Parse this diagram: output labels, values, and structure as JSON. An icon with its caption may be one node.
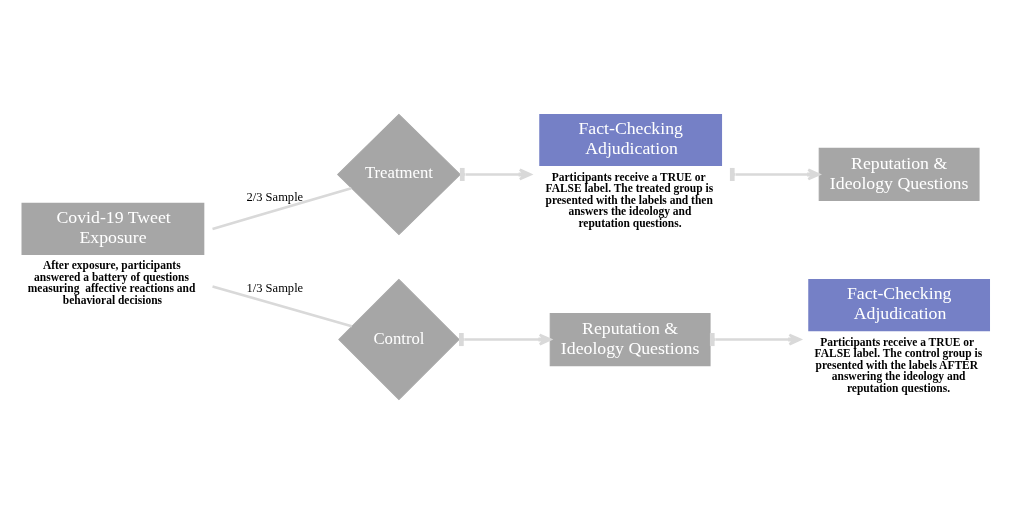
{
  "diagram": {
    "nodes": [
      {
        "text": [
          "Covid-19 Tweet Exposure"
        ],
        "beside": [
          "After exposure, participants answered a battery of questions measuring  affective reactions and behavioral decisions"
        ]
      },
      {
        "text": [
          "Treatment"
        ]
      },
      {
        "text": [
          "Fact-Checking Adjudication"
        ],
        "beside": [
          "Participants receive a TRUE or FALSE label. The treated group is presented with the labels and then answers the ideology and reputation questions."
        ]
      },
      {
        "text": [
          "Reputation & Ideology Questions"
        ]
      },
      {
        "text": [
          "Control"
        ]
      },
      {
        "text": [
          "Reputation & Ideology Questions"
        ]
      },
      {
        "text": [
          "Fact-Checking Adjudication"
        ],
        "beside": [
          "Participants receive a TRUE or FALSE label. The control group is presented with the labels AFTER answering the ideology and reputation questions."
        ]
      }
    ],
    "edges": [
      {
        "from": 0,
        "to": 1,
        "arrow": "none",
        "label": "2/3 Sample"
      },
      {
        "from": 0,
        "to": 4,
        "arrow": "none",
        "label": "1/3 Sample"
      },
      {
        "from": 1,
        "to": 2,
        "arrow": "to"
      },
      {
        "from": 2,
        "to": 3,
        "arrow": "to"
      },
      {
        "from": 4,
        "to": 5,
        "arrow": "to"
      },
      {
        "from": 5,
        "to": 6,
        "arrow": "to"
      }
    ]
  }
}
